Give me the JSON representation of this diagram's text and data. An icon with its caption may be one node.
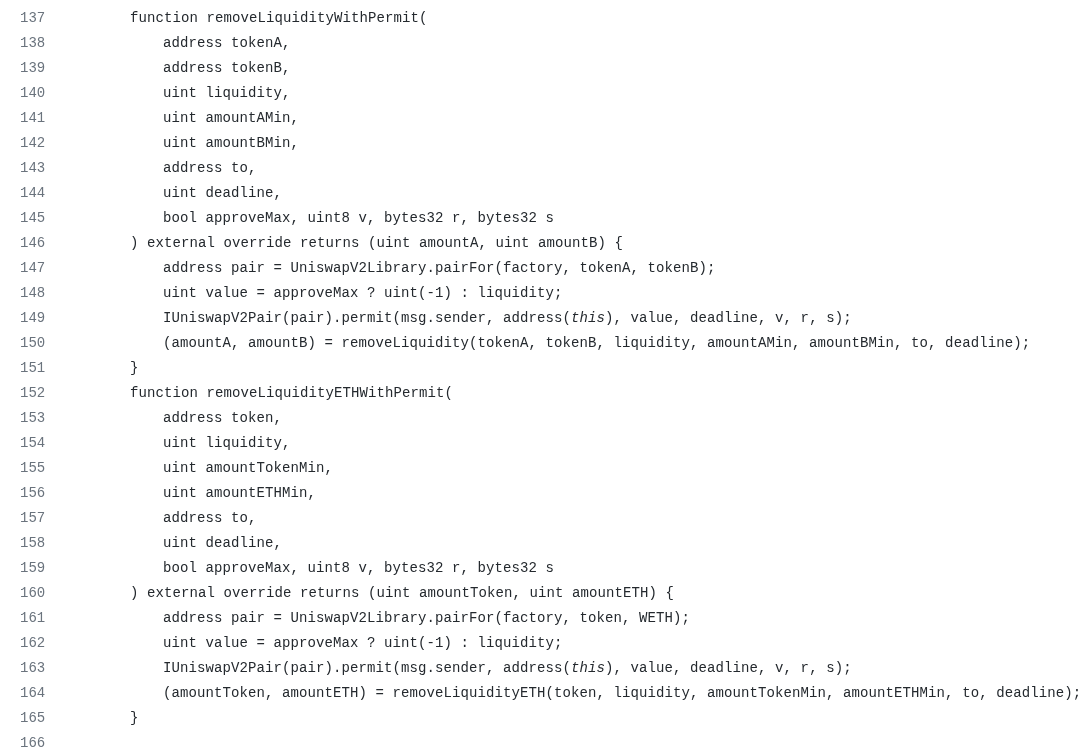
{
  "diagram": {
    "labels": [
      "137",
      "function removeLiquidityWithPermit(",
      "138",
      "address tokenA,",
      "139",
      "address tokenB,",
      "140",
      "uint liquidity,",
      "141",
      "uint amountAMin,",
      "142",
      "uint amountBMin,",
      "143",
      "address to,",
      "144",
      "uint deadline,",
      "145",
      "bool approveMax, uint8 v, bytes32 r, bytes32 s",
      "146",
      ") external override returns (uint amountA, uint amountB) {",
      "147",
      "address pair = UniswapV2Library.pairFor(factory, tokenA, tokenB);",
      "148",
      "uint value = approveMax ? uint(-1) : liquidity;",
      "149",
      "IUniswapV2Pair(pair).permit(msg.sender, address(*this*), value, deadline, v, r, s);",
      "150",
      "(amountA, amountB) = removeLiquidity(tokenA, tokenB, liquidity, amountAMin, amountBMin, to, deadline);",
      "151",
      "}",
      "152",
      "function removeLiquidityETHWithPermit(",
      "153",
      "address token,",
      "154",
      "uint liquidity,",
      "155",
      "uint amountTokenMin,",
      "156",
      "uint amountETHMin,",
      "157",
      "address to,",
      "158",
      "uint deadline,",
      "159",
      "bool approveMax, uint8 v, bytes32 r, bytes32 s",
      "160",
      ") external override returns (uint amountToken, uint amountETH) {",
      "161",
      "address pair = UniswapV2Library.pairFor(factory, token, WETH);",
      "162",
      "uint value = approveMax ? uint(-1) : liquidity;",
      "163",
      "IUniswapV2Pair(pair).permit(msg.sender, address(*this*), value, deadline, v, r, s);",
      "164",
      "(amountToken, amountETH) = removeLiquidityETH(token, liquidity, amountTokenMin, amountETHMin, to, deadline);",
      "165",
      "}",
      "166"
    ]
  }
}
